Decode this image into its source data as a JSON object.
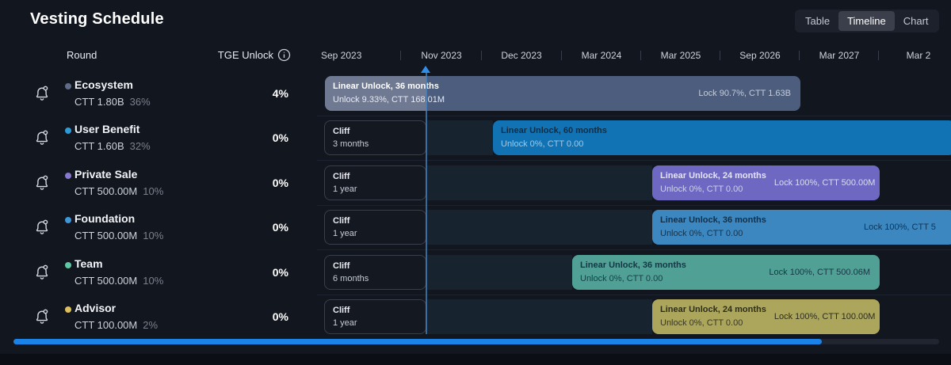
{
  "page": {
    "title": "Vesting Schedule"
  },
  "view_toggle": {
    "table": "Table",
    "timeline": "Timeline",
    "chart": "Chart",
    "active": "Timeline"
  },
  "columns": {
    "round": "Round",
    "tge_unlock": "TGE Unlock"
  },
  "months": [
    "Sep 2023",
    "Nov 2023",
    "Dec 2023",
    "Mar 2024",
    "Mar 2025",
    "Sep 2026",
    "Mar 2027",
    "Mar 2"
  ],
  "now_marker": {
    "near_label": "Nov 2023",
    "color": "#2f8fe8"
  },
  "rows": [
    {
      "name": "Ecosystem",
      "amount": "CTT 1.80B",
      "share": "36%",
      "tge_unlock": "4%",
      "dot_color": "#5f6c87",
      "bar_color": "#4c5d7e",
      "progress_color": "#6f7992",
      "bar": {
        "title": "Linear Unlock, 36 months",
        "subtitle": "Unlock 9.33%, CTT 168.01M",
        "lock": "Lock 90.7%, CTT 1.63B"
      }
    },
    {
      "name": "User Benefit",
      "amount": "CTT 1.60B",
      "share": "32%",
      "tge_unlock": "0%",
      "dot_color": "#2d9bd6",
      "bar_color": "#1273b4",
      "cliff": {
        "label": "Cliff",
        "duration": "3 months"
      },
      "bar": {
        "title": "Linear Unlock, 60 months",
        "subtitle": "Unlock 0%, CTT 0.00"
      }
    },
    {
      "name": "Private Sale",
      "amount": "CTT 500.00M",
      "share": "10%",
      "tge_unlock": "0%",
      "dot_color": "#8677cf",
      "bar_color": "#6f68c2",
      "cliff": {
        "label": "Cliff",
        "duration": "1 year"
      },
      "bar": {
        "title": "Linear Unlock, 24 months",
        "subtitle": "Unlock 0%, CTT 0.00",
        "lock": "Lock 100%, CTT 500.00M"
      }
    },
    {
      "name": "Foundation",
      "amount": "CTT 500.00M",
      "share": "10%",
      "tge_unlock": "0%",
      "dot_color": "#3f97d9",
      "bar_color": "#3d87c0",
      "cliff": {
        "label": "Cliff",
        "duration": "1 year"
      },
      "bar": {
        "title": "Linear Unlock, 36 months",
        "subtitle": "Unlock 0%, CTT 0.00",
        "lock": "Lock 100%, CTT 5"
      }
    },
    {
      "name": "Team",
      "amount": "CTT 500.00M",
      "share": "10%",
      "tge_unlock": "0%",
      "dot_color": "#5fc8a2",
      "bar_color": "#51a095",
      "cliff": {
        "label": "Cliff",
        "duration": "6 months"
      },
      "bar": {
        "title": "Linear Unlock, 36 months",
        "subtitle": "Unlock 0%, CTT 0.00",
        "lock": "Lock 100%, CTT 500.06M"
      }
    },
    {
      "name": "Advisor",
      "amount": "CTT 100.00M",
      "share": "2%",
      "tge_unlock": "0%",
      "dot_color": "#ddc05a",
      "bar_color": "#aca65d",
      "cliff": {
        "label": "Cliff",
        "duration": "1 year"
      },
      "bar": {
        "title": "Linear Unlock, 24 months",
        "subtitle": "Unlock 0%, CTT 0.00",
        "lock": "Lock 100%, CTT 100.00M"
      }
    }
  ],
  "icons": {
    "bell": "alert-bell-icon",
    "info": "info-circle-icon"
  },
  "colors": {
    "panel_bg": "#12161f",
    "scrollbar_thumb": "#1b82e8",
    "now_line": "#4086c7",
    "cliff_box_bg": "#141821",
    "cliff_future_bg": "#182330"
  }
}
